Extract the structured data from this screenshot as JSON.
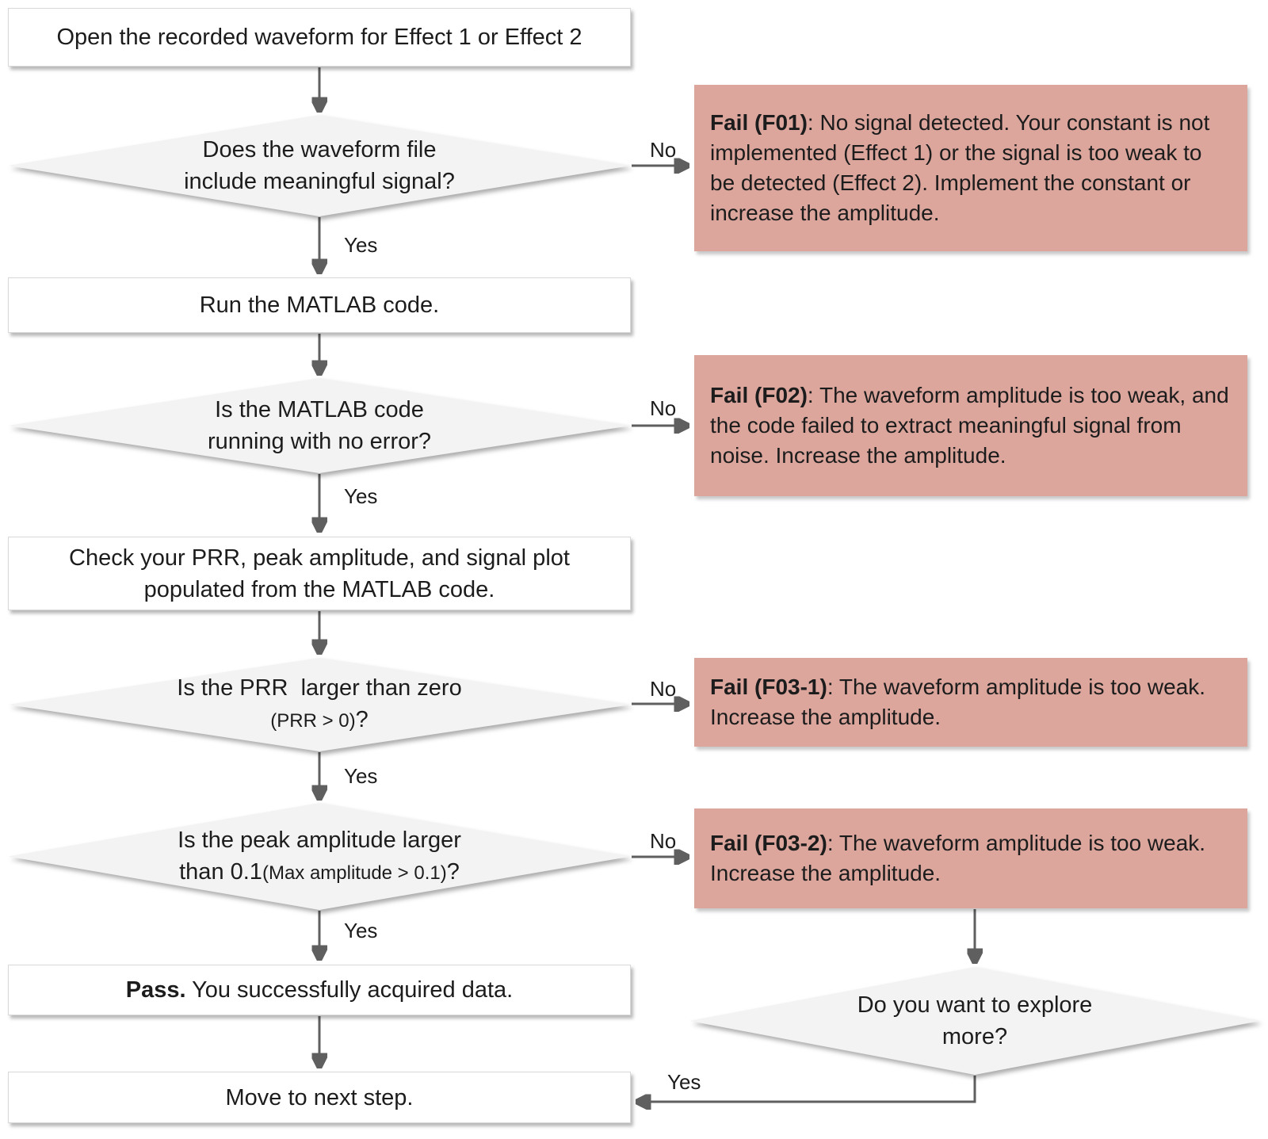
{
  "colors": {
    "fail_box_bg": "#dca69d",
    "decision_fill": "#f3f3f3",
    "process_fill": "#ffffff",
    "process_border": "#d8d8d8",
    "arrow": "#5f5f5f",
    "text": "#1c1c1c"
  },
  "flow": {
    "nodes": {
      "start": {
        "text": "Open the recorded waveform for Effect 1 or Effect 2"
      },
      "d1": {
        "lines": [
          "Does the waveform file",
          "include meaningful signal?"
        ]
      },
      "run": {
        "text": "Run the MATLAB code."
      },
      "d2": {
        "lines": [
          "Is the MATLAB code",
          "running with no error?"
        ]
      },
      "check": {
        "lines": [
          "Check your PRR, peak amplitude, and signal plot",
          "populated from the MATLAB code."
        ]
      },
      "d3": {
        "line1": "Is the PRR  larger than zero",
        "line2_small": "(PRR > 0)",
        "line2_end": "?"
      },
      "d4": {
        "line1": "Is the peak amplitude larger",
        "line2_prefix": "than 0.1",
        "line2_small": "(Max amplitude > 0.1)",
        "line2_end": "?"
      },
      "pass": {
        "bold": "Pass.",
        "text": " You successfully acquired data."
      },
      "move": {
        "text": "Move to next step."
      },
      "d5": {
        "lines": [
          "Do you want to explore",
          "more?"
        ]
      },
      "f01": {
        "bold": "Fail (F01)",
        "text": ": No signal detected. Your constant is not implemented (Effect 1) or the signal is too weak to be detected (Effect 2). Implement the constant or increase the amplitude."
      },
      "f02": {
        "bold": "Fail (F02)",
        "text": ": The waveform amplitude is too weak, and the code failed to extract meaningful signal from noise. Increase the amplitude."
      },
      "f03_1": {
        "bold": "Fail (F03-1)",
        "text": ": The waveform amplitude is too weak. Increase the amplitude."
      },
      "f03_2": {
        "bold": "Fail (F03-2)",
        "text": ": The waveform amplitude is too weak. Increase the amplitude."
      }
    },
    "edge_labels": {
      "yes1": "Yes",
      "yes2": "Yes",
      "yes3": "Yes",
      "yes4": "Yes",
      "yes5": "Yes",
      "no1": "No",
      "no2": "No",
      "no3": "No",
      "no4": "No"
    }
  }
}
